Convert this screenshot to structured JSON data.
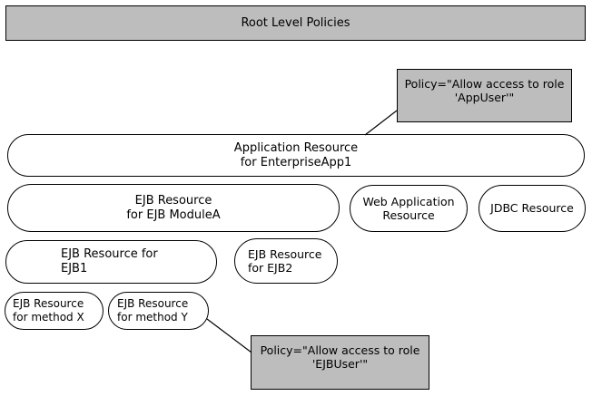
{
  "diagram": {
    "title": "Root Level Policies",
    "header": {
      "label": "Root Level Policies"
    },
    "policies": [
      {
        "id": "policy-app-user",
        "text": "Policy=\"Allow access to role 'AppUser'\"",
        "attached_to": "application-resource"
      },
      {
        "id": "policy-ejb-user",
        "text": "Policy=\"Allow access to role 'EJBUser'\"",
        "attached_to": "ejb-resource-method-y"
      }
    ],
    "resources": [
      {
        "id": "application-resource",
        "label": "Application Resource\nfor EnterpriseApp1"
      },
      {
        "id": "ejb-module-resource",
        "label": "EJB Resource\nfor EJB ModuleA"
      },
      {
        "id": "web-application-resource",
        "label": "Web Application\nResource"
      },
      {
        "id": "jdbc-resource",
        "label": "JDBC Resource"
      },
      {
        "id": "ejb1-resource",
        "label": "EJB Resource for\nEJB1"
      },
      {
        "id": "ejb2-resource",
        "label": "EJB Resource\nfor EJB2"
      },
      {
        "id": "ejb-resource-method-x",
        "label": "EJB Resource\nfor method X"
      },
      {
        "id": "ejb-resource-method-y",
        "label": "EJB Resource\nfor method Y"
      }
    ],
    "colors": {
      "policy_fill": "#bdbdbd",
      "node_fill": "#ffffff",
      "stroke": "#000000",
      "text": "#000000"
    }
  }
}
